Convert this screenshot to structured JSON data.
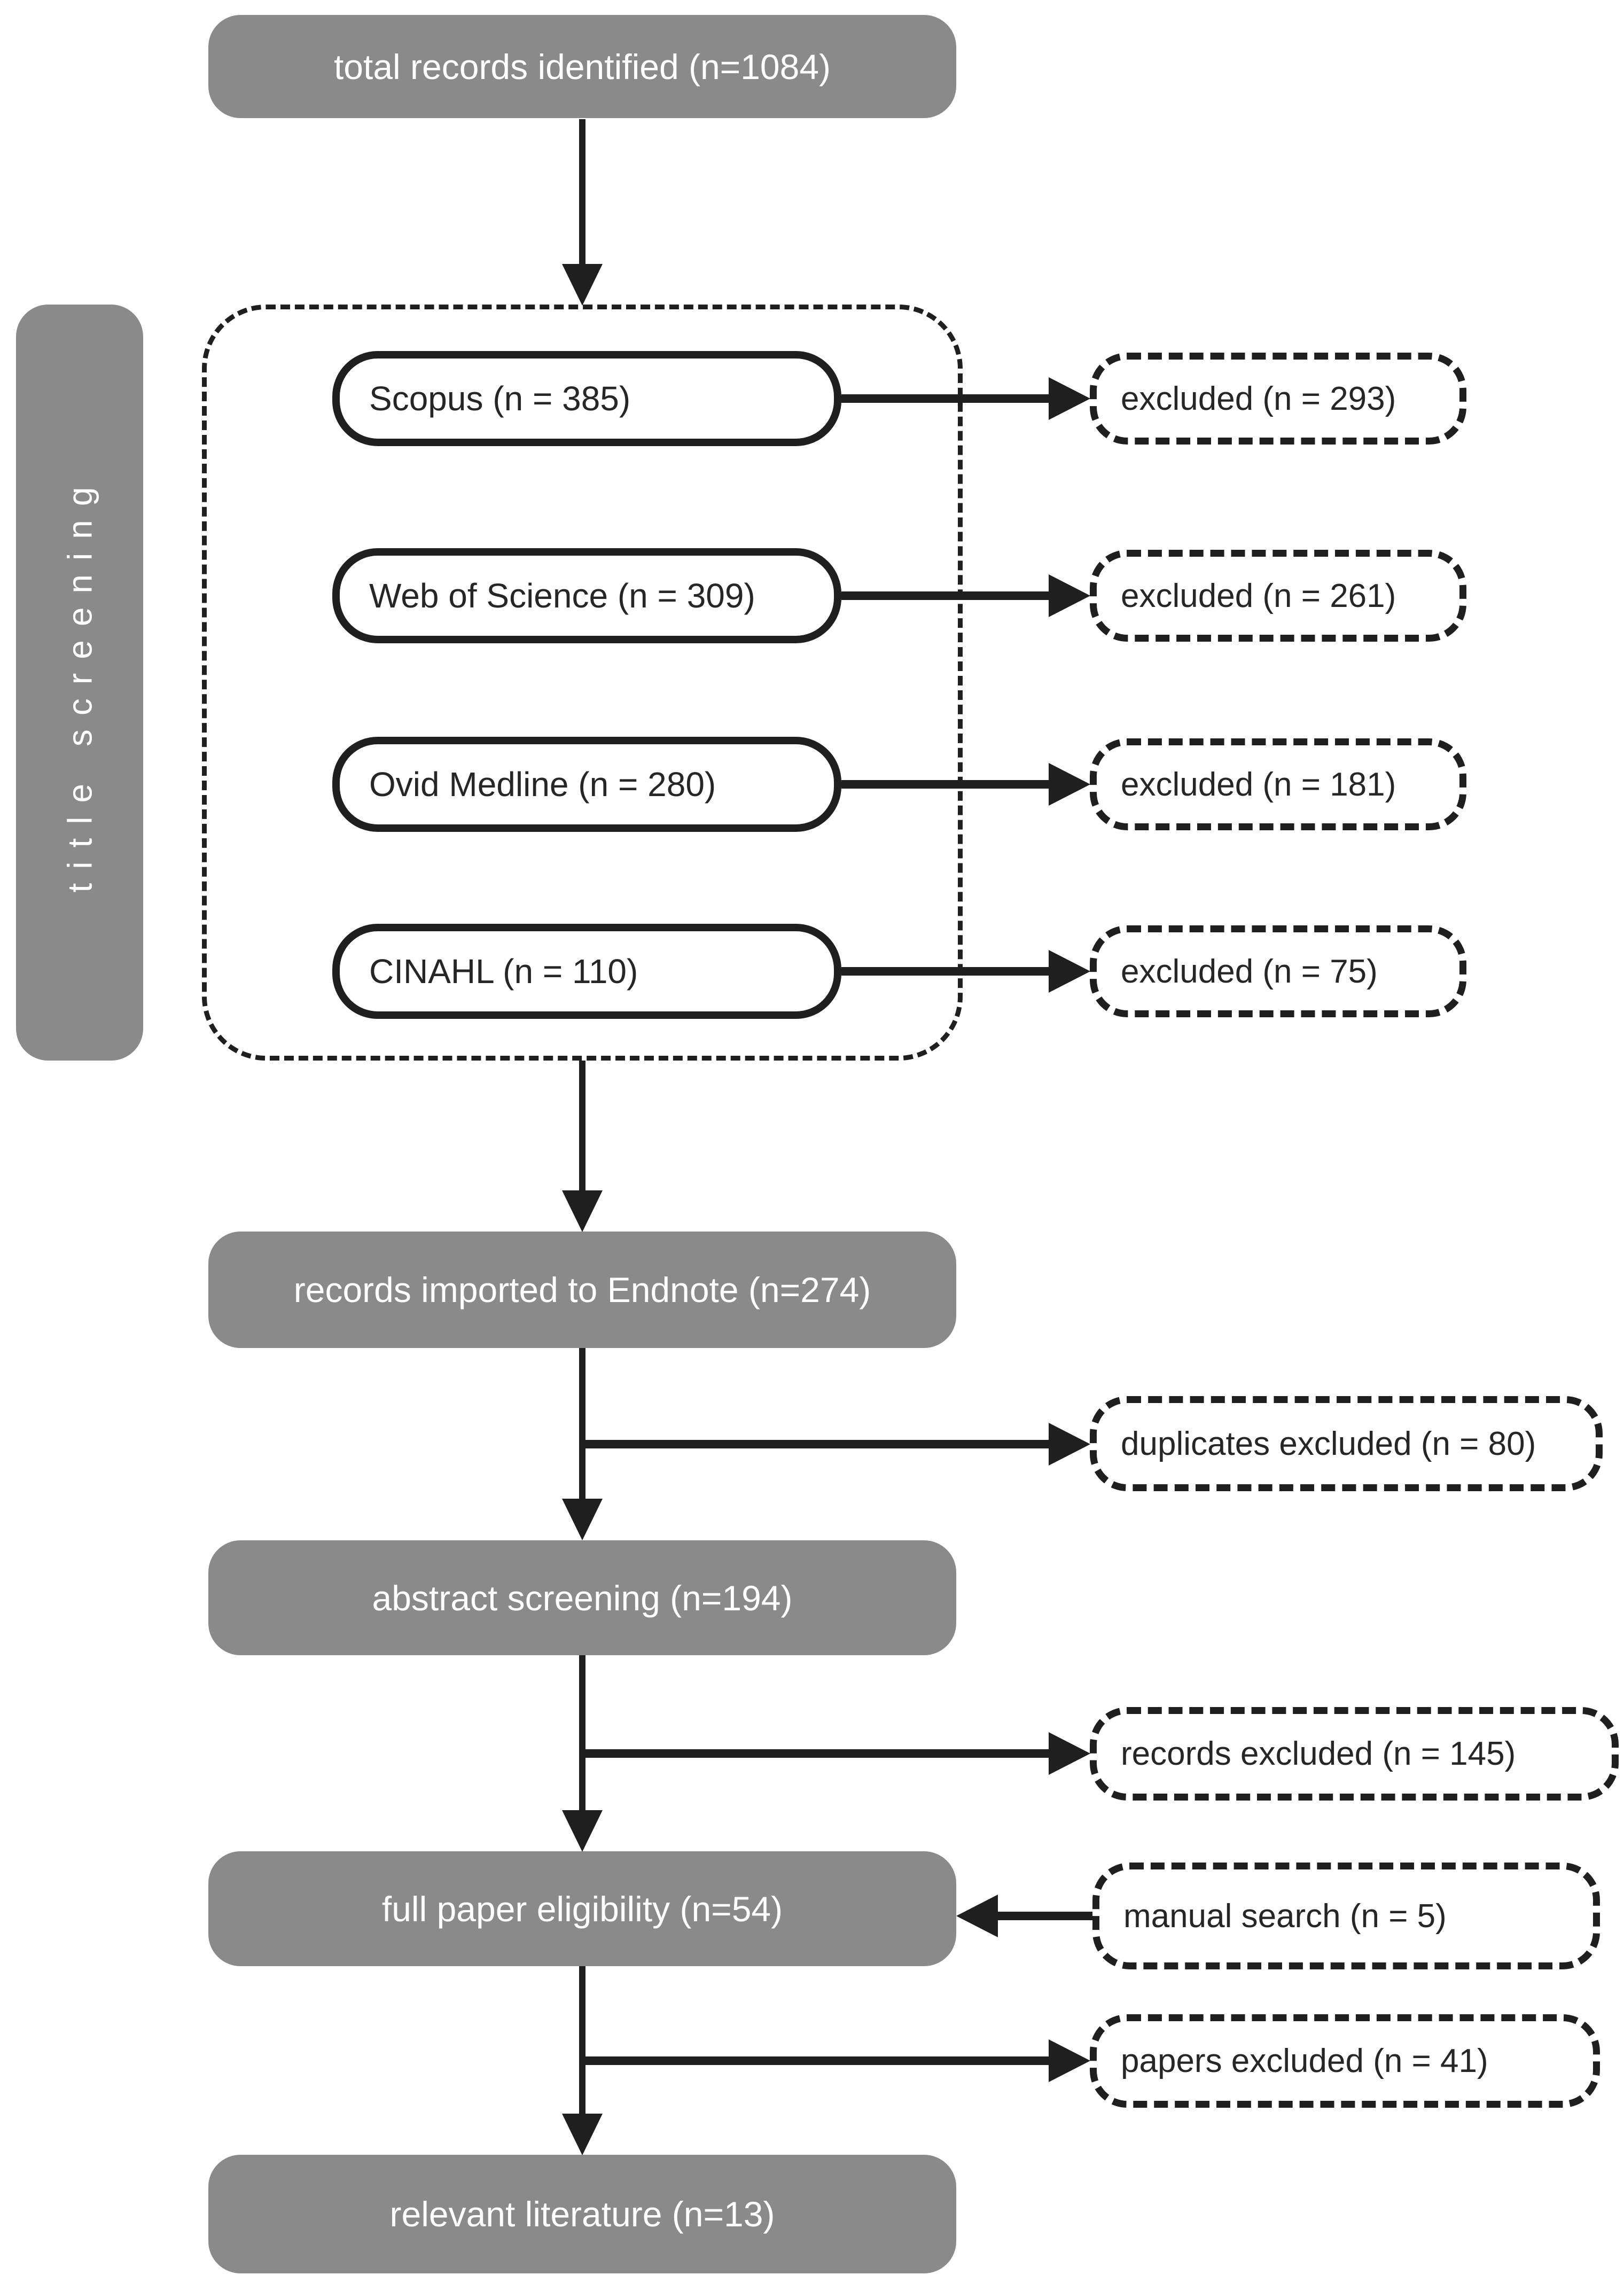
{
  "diagram": {
    "side_label": "title screening",
    "colors": {
      "box_gray": "#8a8a8a",
      "stroke": "#1f1f1f",
      "text_on_gray": "#ffffff",
      "text_on_white": "#262626",
      "background": "#ffffff"
    },
    "nodes": {
      "total_records": "total records identified (n=1084)",
      "scopus": "Scopus (n = 385)",
      "scopus_excluded": "excluded (n = 293)",
      "web_of_science": "Web of Science (n = 309)",
      "web_of_science_excluded": "excluded (n = 261)",
      "ovid_medline": "Ovid Medline (n = 280)",
      "ovid_medline_excluded": "excluded (n = 181)",
      "cinahl": "CINAHL (n = 110)",
      "cinahl_excluded": "excluded (n = 75)",
      "endnote": "records imported to Endnote (n=274)",
      "duplicates_excluded": "duplicates excluded (n = 80)",
      "abstract_screening": "abstract screening (n=194)",
      "records_excluded": "records excluded (n = 145)",
      "full_paper_eligibility": "full paper eligibility (n=54)",
      "manual_search": "manual search (n = 5)",
      "papers_excluded": "papers excluded (n = 41)",
      "relevant_literature": "relevant literature (n=13)"
    }
  }
}
